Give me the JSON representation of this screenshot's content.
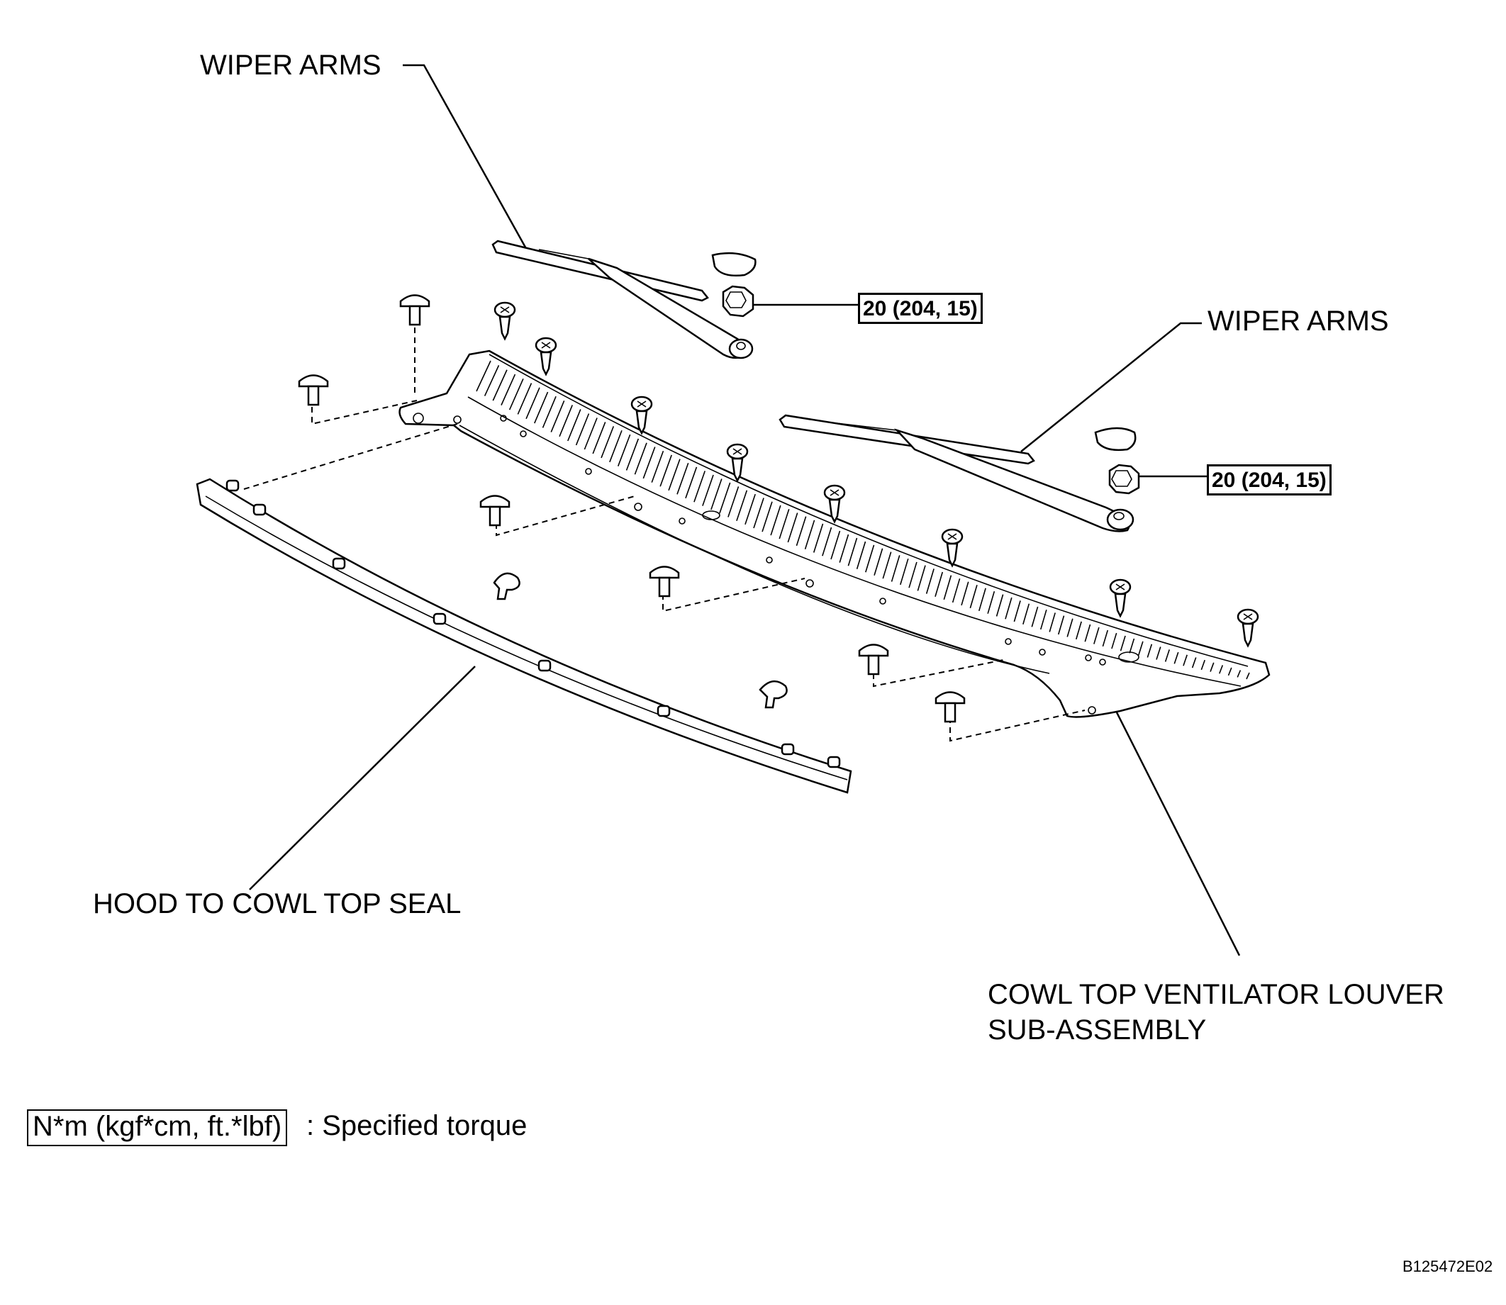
{
  "labels": {
    "wiper_arms_left": "WIPER ARMS",
    "wiper_arms_right": "WIPER ARMS",
    "hood_seal": "HOOD TO COWL TOP SEAL",
    "louver_line1": "COWL TOP VENTILATOR LOUVER",
    "louver_line2": "SUB-ASSEMBLY"
  },
  "torque": {
    "left": "20 (204, 15)",
    "right": "20 (204, 15)"
  },
  "legend": {
    "unit": "N*m (kgf*cm, ft.*lbf)",
    "description": ": Specified torque"
  },
  "figure_code": "B125472E02"
}
